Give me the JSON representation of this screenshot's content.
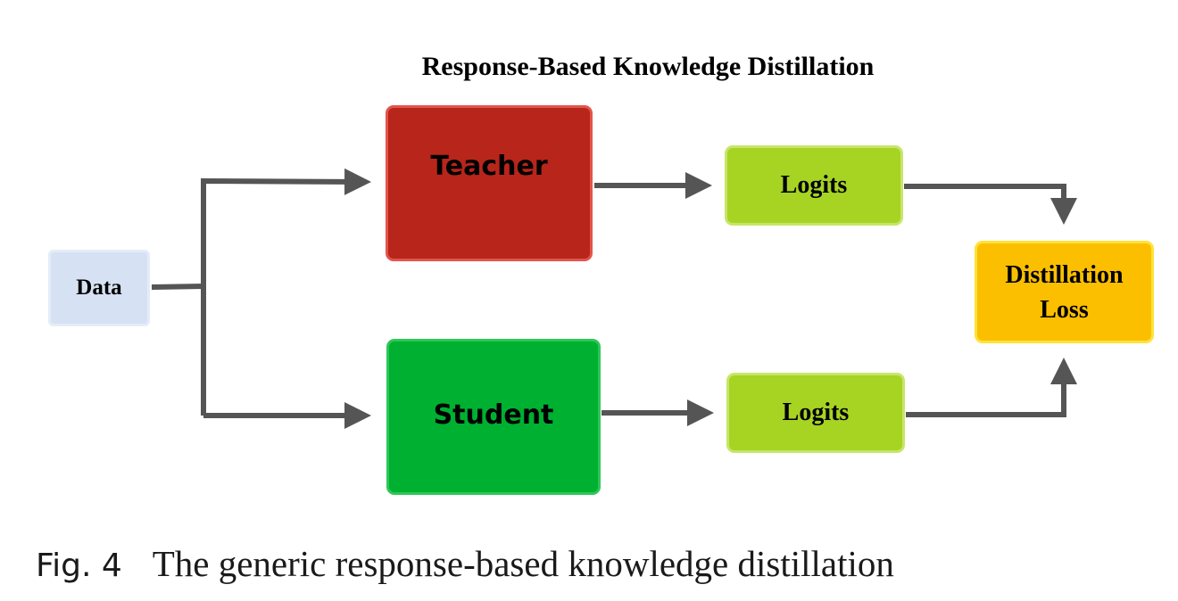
{
  "title": "Response-Based Knowledge Distillation",
  "nodes": {
    "data": "Data",
    "teacher": "Teacher",
    "student": "Student",
    "logits_teacher": "Logits",
    "logits_student": "Logits",
    "loss_line1": "Distillation",
    "loss_line2": "Loss"
  },
  "caption": {
    "label": "Fig. 4",
    "text": "The generic response-based knowledge distillation"
  },
  "colors": {
    "data": "#d6e2f3",
    "teacher": "#b8251b",
    "student": "#00b030",
    "logits": "#a7d323",
    "loss": "#fbbf00",
    "arrow": "#555555"
  }
}
